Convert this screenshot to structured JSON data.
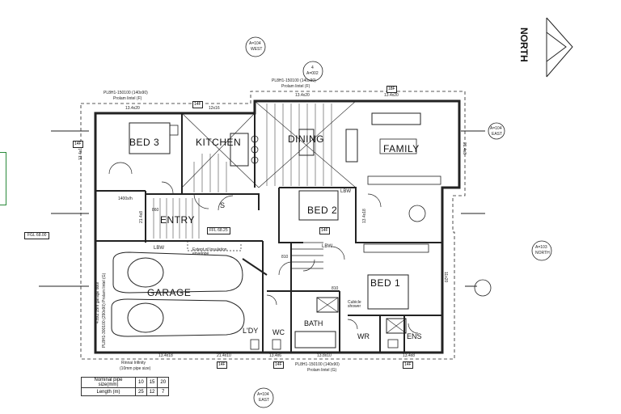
{
  "north_label": "NORTH",
  "rooms": {
    "bed3": "BED 3",
    "kitchen": "KITCHEN",
    "dining": "DINING",
    "family": "FAMILY",
    "bed2": "BED 2",
    "entry": "ENTRY",
    "garage": "GARAGE",
    "bed1": "BED 1",
    "bath": "BATH",
    "wc": "WC",
    "ldy": "L'DY",
    "wr": "WR",
    "ens": "ENS",
    "lbw_top": "LBW",
    "lbw_mid": "LBW",
    "lbw_garage": "LBW",
    "s": "S"
  },
  "lintels": {
    "top_left": "PL8H1-150100 (140x90)",
    "top_left_sub": "Prolam lintel (F)",
    "top_mid": "PL8H1-150100 (140x90)",
    "top_mid_sub": "Prolam lintel (F)",
    "bottom": "PL8H1-150100 (140x90)",
    "bottom_sub": "Prolam lintel (G)",
    "garage_vert": "PL8H1-300100 (290x90) Prolam lintel (G)",
    "garage_door": "4.8x2.15m garage door"
  },
  "dims": {
    "d1": "13.4x20",
    "d2": "12x16",
    "d3": "13.4x20",
    "d4": "13.4x20",
    "d5": "13.4x18",
    "d6": "13.4x18",
    "d7": "21.4x10",
    "d8": "14F",
    "d9": "14F",
    "d10": "18F",
    "d11": "13.4x18",
    "d12": "21.4x8",
    "d13": "1400x/h",
    "d14": "860",
    "d15": "13.4x18",
    "d16": "21.4x8",
    "d17": "13.4x8",
    "d18": "13.8x10",
    "d19": "13.4x8",
    "d20": "14F",
    "d21": "13.4x6",
    "d22": "14F",
    "d23": "11x20",
    "d24": "810",
    "d25": "810",
    "d26": "14F",
    "d27": "14F"
  },
  "notes": {
    "ffl": "FFL 68.25",
    "fgl": "FGL 68.00",
    "insulation": "Extent of Insulation envelope",
    "cubicle": "Cubicle shower",
    "rinnai": "Rinnai Infinity",
    "rinnai_sub": "(10mm pipe size)"
  },
  "sections": {
    "a1": "A=104",
    "a1_sub": "WEST",
    "a2": "4",
    "a2_sub": "A=002",
    "a3": "A=104",
    "a3_sub": "EAST",
    "a4": "A=103",
    "a4_sub": "NORTH",
    "a5": "A=104",
    "a5_sub": "EAST"
  },
  "pipe_table": {
    "header": [
      "Nominal pipe size(mm)",
      "10",
      "15",
      "20"
    ],
    "row": [
      "Length (m)",
      "25",
      "12",
      "7"
    ]
  }
}
